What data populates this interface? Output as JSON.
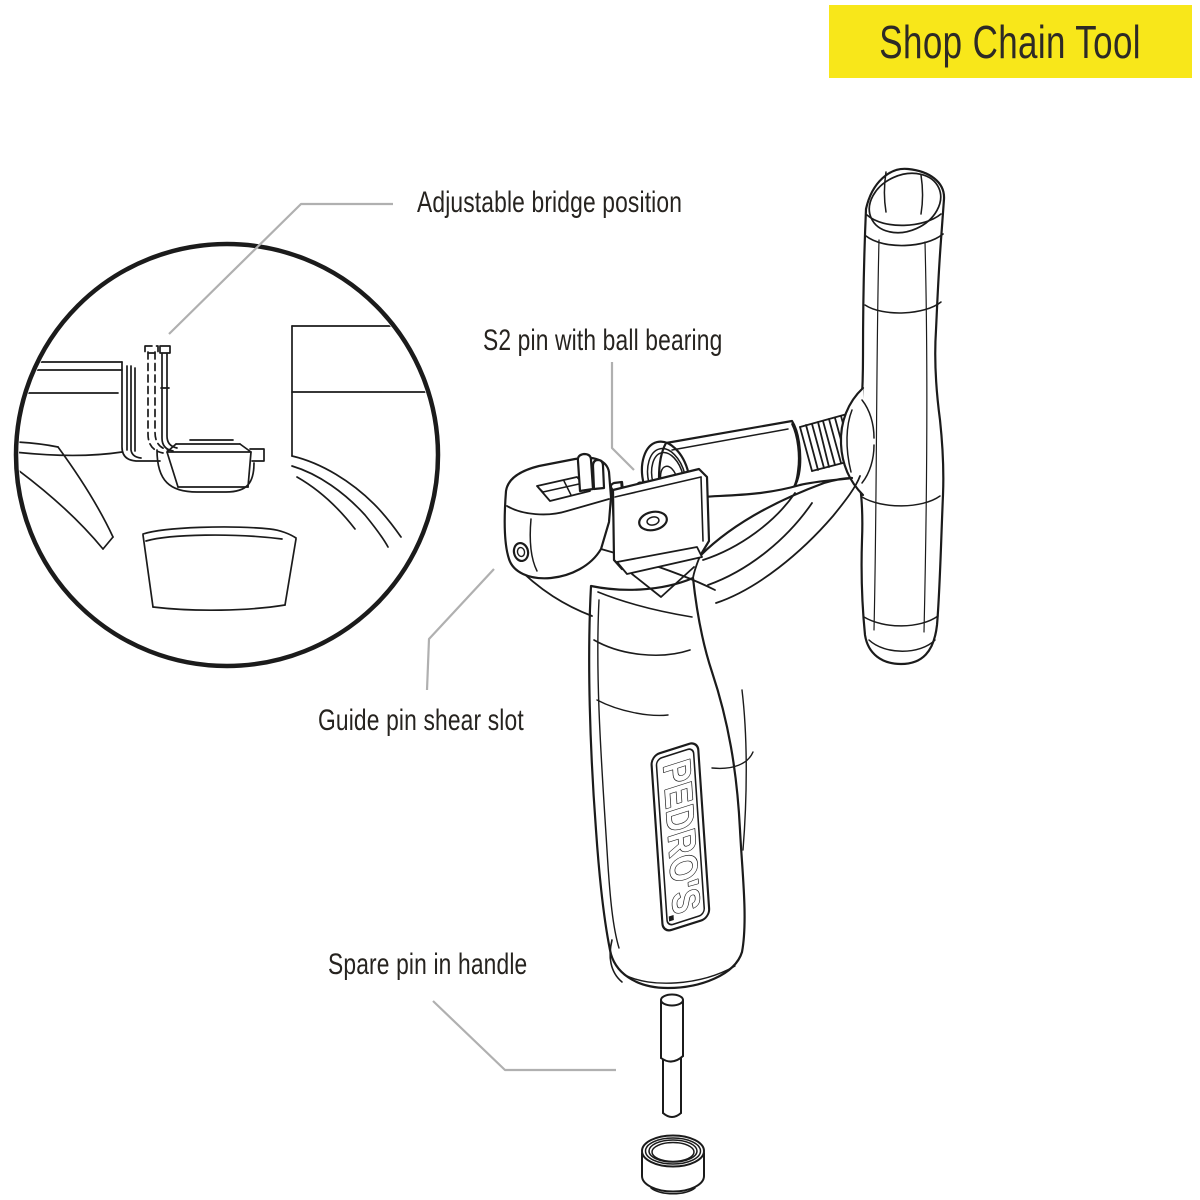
{
  "banner": {
    "label": "Shop Chain Tool"
  },
  "callouts": {
    "adjustable_bridge": {
      "label": "Adjustable bridge position"
    },
    "s2_pin": {
      "label": "S2 pin with ball bearing"
    },
    "guide_pin_slot": {
      "label": "Guide pin shear slot"
    },
    "spare_pin": {
      "label": "Spare pin in handle"
    }
  },
  "illustration": {
    "brand": "PEDRO'S",
    "subject": "chain tool technical line drawing",
    "views": [
      "adjustable bridge detail circle",
      "main tool isometric",
      "spare pin",
      "ferrule"
    ]
  },
  "colors": {
    "background": "#FFFFFF",
    "line": "#1B1B1B",
    "leader_line": "#B0B0B0",
    "banner_bg": "#F8E71A",
    "banner_text": "#2D2A26",
    "label_text": "#26231F"
  }
}
